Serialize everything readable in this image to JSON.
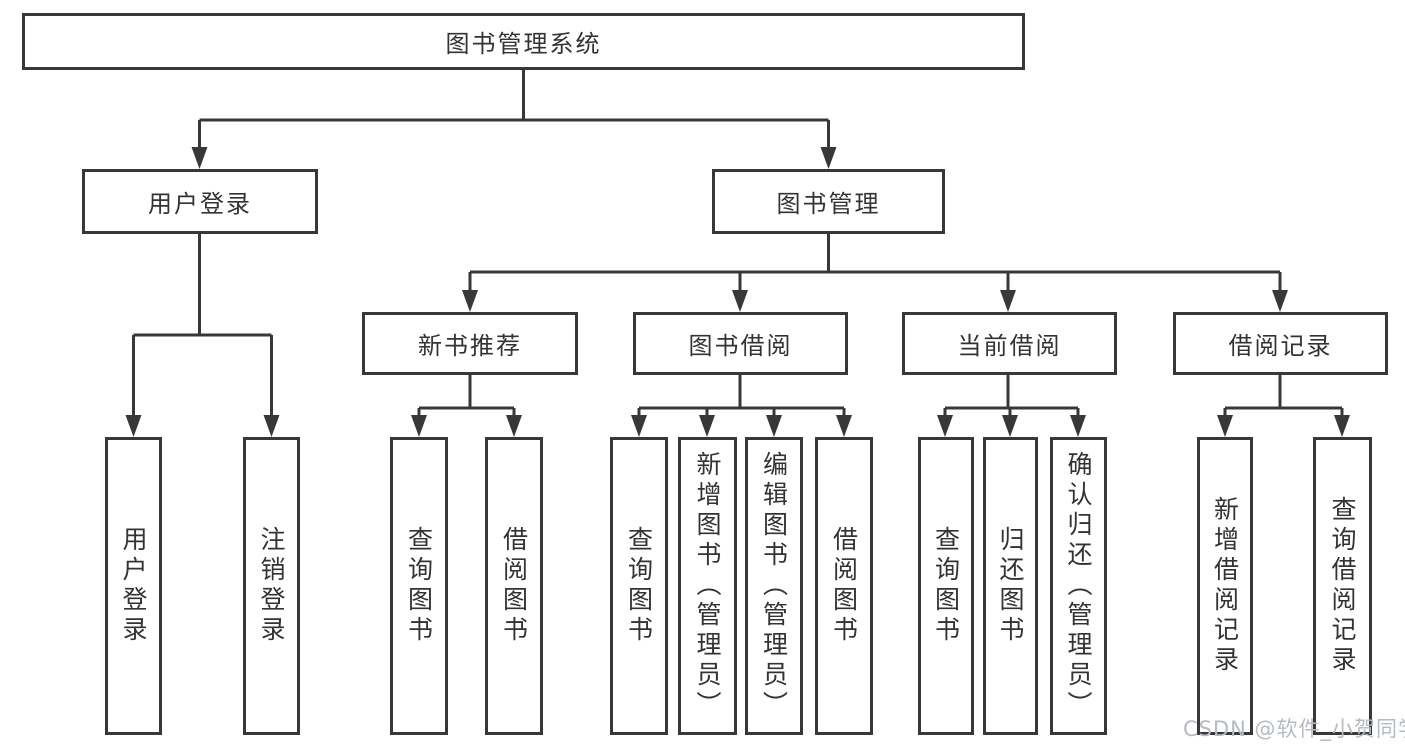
{
  "root": {
    "label": "图书管理系统",
    "children": [
      {
        "label": "用户登录",
        "children": [
          {
            "label": "用户登录"
          },
          {
            "label": "注销登录"
          }
        ]
      },
      {
        "label": "图书管理",
        "children": [
          {
            "label": "新书推荐",
            "children": [
              {
                "label": "查询图书"
              },
              {
                "label": "借阅图书"
              }
            ]
          },
          {
            "label": "图书借阅",
            "children": [
              {
                "label": "查询图书"
              },
              {
                "label": "新增图书（管理员）"
              },
              {
                "label": "编辑图书（管理员）"
              },
              {
                "label": "借阅图书"
              }
            ]
          },
          {
            "label": "当前借阅",
            "children": [
              {
                "label": "查询图书"
              },
              {
                "label": "归还图书"
              },
              {
                "label": "确认归还（管理员）"
              }
            ]
          },
          {
            "label": "借阅记录",
            "children": [
              {
                "label": "新增借阅记录"
              },
              {
                "label": "查询借阅记录"
              }
            ]
          }
        ]
      }
    ]
  },
  "watermark": "CSDN @软件_小贺同学",
  "colors": {
    "line": "#383838",
    "text": "#333333",
    "background": "#ffffff",
    "watermark": "#b6bbc1"
  }
}
